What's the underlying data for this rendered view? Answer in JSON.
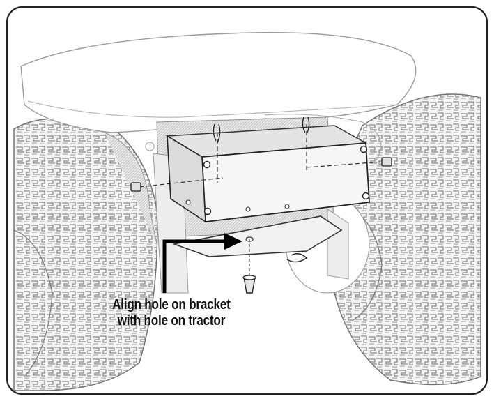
{
  "callout": {
    "line1": "Align hole on bracket",
    "line2": "with hole on tractor"
  },
  "colors": {
    "ink": "#111111",
    "tire_hatch": "#8a8a8a",
    "panel_shade": "#d9d9d9",
    "frame": "#222222"
  },
  "parts": [
    "tractor-seat-body",
    "left-rear-tire",
    "right-rear-tire",
    "mounting-bracket-box",
    "hitch-plate",
    "clevis-pin",
    "hairpin-clip",
    "bolt",
    "pointer-arrow"
  ]
}
